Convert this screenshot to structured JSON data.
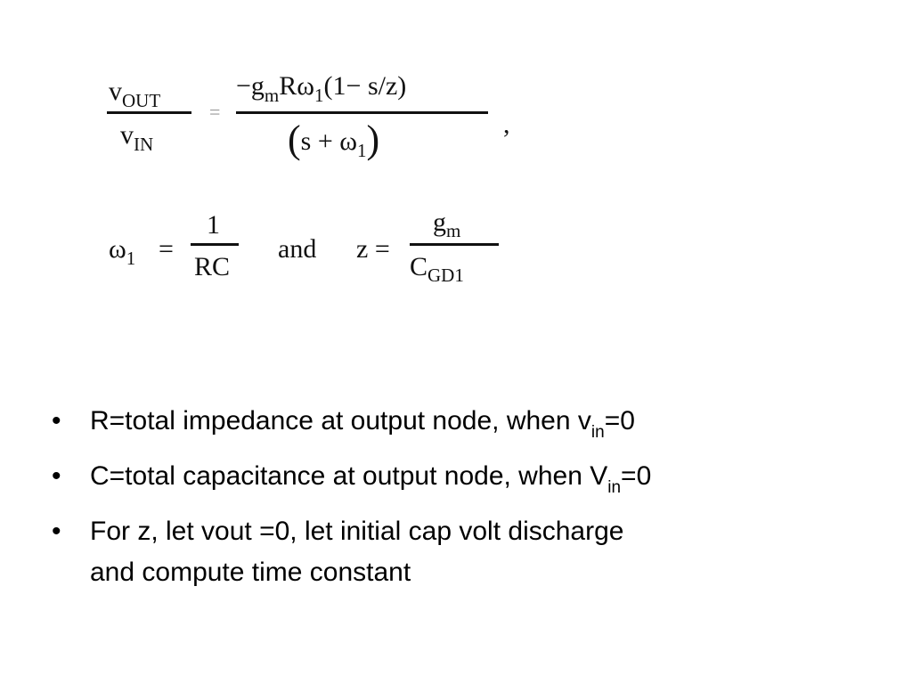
{
  "equation": {
    "lhs_num_main": "v",
    "lhs_num_sub": "OUT",
    "lhs_den_main": "v",
    "lhs_den_sub": "IN",
    "equals": "=",
    "rhs_num_a": "−g",
    "rhs_num_a_sub": "m",
    "rhs_num_b": "Rω",
    "rhs_num_b_sub": "1",
    "rhs_num_c": "(1− s/z)",
    "rhs_den_open": "(",
    "rhs_den_mid": "s  +  ω",
    "rhs_den_sub": "1",
    "rhs_den_close": ")",
    "comma": ",",
    "omega_main": "ω",
    "omega_sub": "1",
    "omega_equals": "=",
    "omega_num": "1",
    "omega_den": "RC",
    "and_word": "and",
    "z_lhs": "z =",
    "z_num_main": "g",
    "z_num_sub": "m",
    "z_den_main": "C",
    "z_den_sub": "GD1"
  },
  "bullets": [
    {
      "marker": "•",
      "text": "R=total impedance at output node, when v",
      "sub": "in",
      "tail": "=0"
    },
    {
      "marker": "•",
      "text": "C=total capacitance at output node, when V",
      "sub": "in",
      "tail": "=0"
    },
    {
      "marker": "•",
      "line1": "For z, let vout =0, let initial cap volt discharge",
      "line2": "and compute time constant"
    }
  ]
}
